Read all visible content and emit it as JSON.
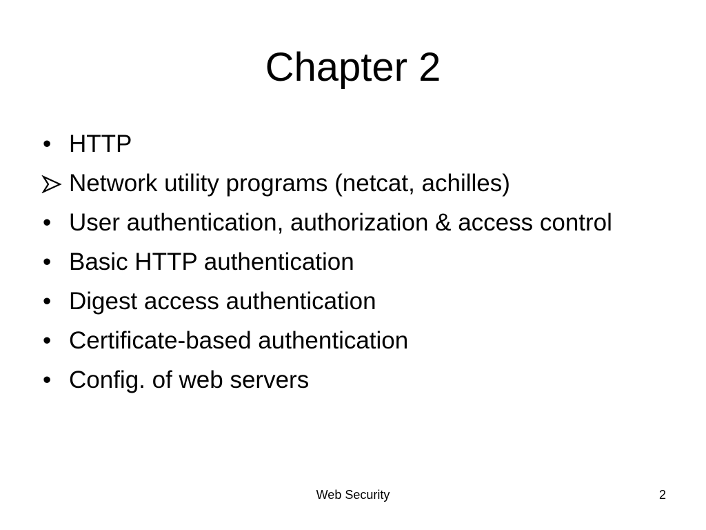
{
  "slide": {
    "title": "Chapter 2",
    "bullets": [
      {
        "marker": "dot",
        "marker_icon": "bullet-dot-icon",
        "text": "HTTP"
      },
      {
        "marker": "arrow",
        "marker_icon": "arrowhead-bullet-icon",
        "text": "Network utility programs (netcat, achilles)"
      },
      {
        "marker": "dot",
        "marker_icon": "bullet-dot-icon",
        "text": "User authentication, authorization & access control"
      },
      {
        "marker": "dot",
        "marker_icon": "bullet-dot-icon",
        "text": "Basic HTTP authentication"
      },
      {
        "marker": "dot",
        "marker_icon": "bullet-dot-icon",
        "text": "Digest access authentication"
      },
      {
        "marker": "dot",
        "marker_icon": "bullet-dot-icon",
        "text": "Certificate-based authentication"
      },
      {
        "marker": "dot",
        "marker_icon": "bullet-dot-icon",
        "text": "Config. of web servers"
      }
    ],
    "footer": {
      "center_text": "Web Security",
      "page_number": "2"
    }
  },
  "colors": {
    "background": "#ffffff",
    "text": "#000000"
  }
}
